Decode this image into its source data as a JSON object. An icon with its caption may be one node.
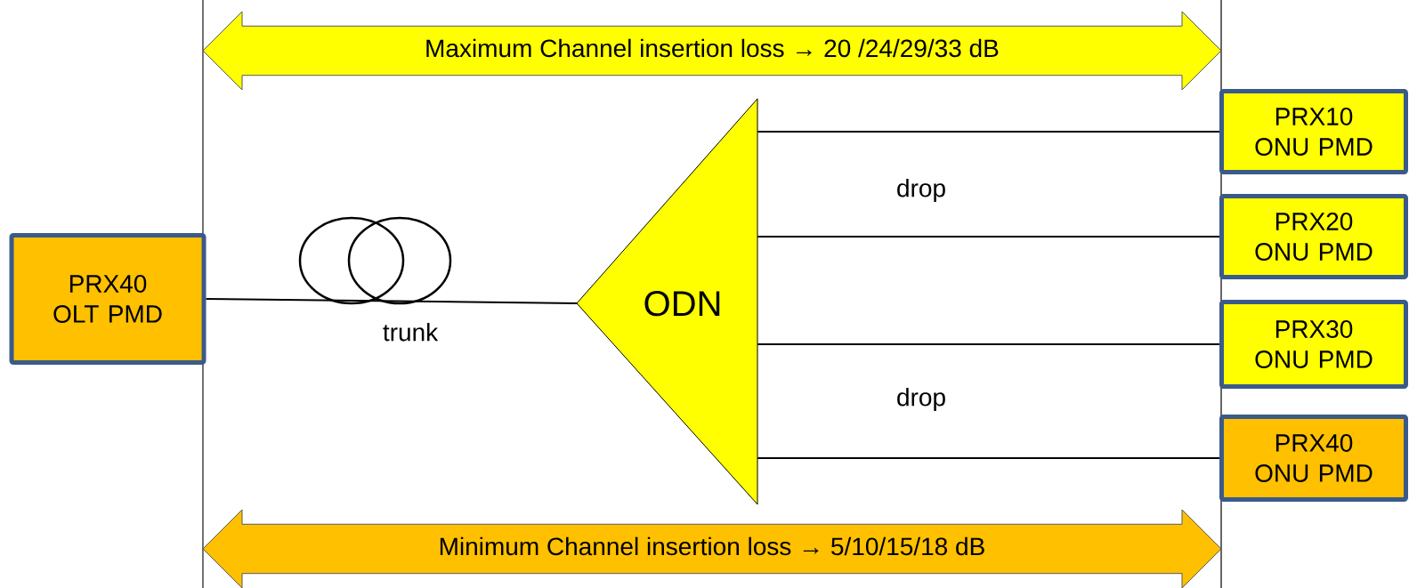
{
  "diagram": {
    "nodes": [
      {
        "text": [
          "PRX40 OLT PMD"
        ]
      },
      {
        "text": [
          "ODN"
        ]
      },
      {
        "text": [
          "PRX10 ONU PMD"
        ]
      },
      {
        "text": [
          "PRX20 ONU PMD"
        ]
      },
      {
        "text": [
          "PRX30 ONU PMD"
        ]
      },
      {
        "text": [
          "PRX40 ONU PMD"
        ]
      },
      {
        "text": [
          "Maximum Channel insertion loss → 20 /24/29/33 dB"
        ]
      },
      {
        "text": [
          "Minimum Channel insertion loss → 5/10/15/18 dB"
        ]
      }
    ],
    "edges": [
      {
        "from": 0,
        "to": 1,
        "arrow": "none",
        "label": "trunk"
      },
      {
        "from": 1,
        "to": 2,
        "arrow": "none"
      },
      {
        "from": 1,
        "to": 3,
        "arrow": "none"
      },
      {
        "from": 1,
        "to": 4,
        "arrow": "none"
      },
      {
        "from": 1,
        "to": 5,
        "arrow": "none"
      }
    ],
    "labels": [
      "drop",
      "drop"
    ]
  }
}
